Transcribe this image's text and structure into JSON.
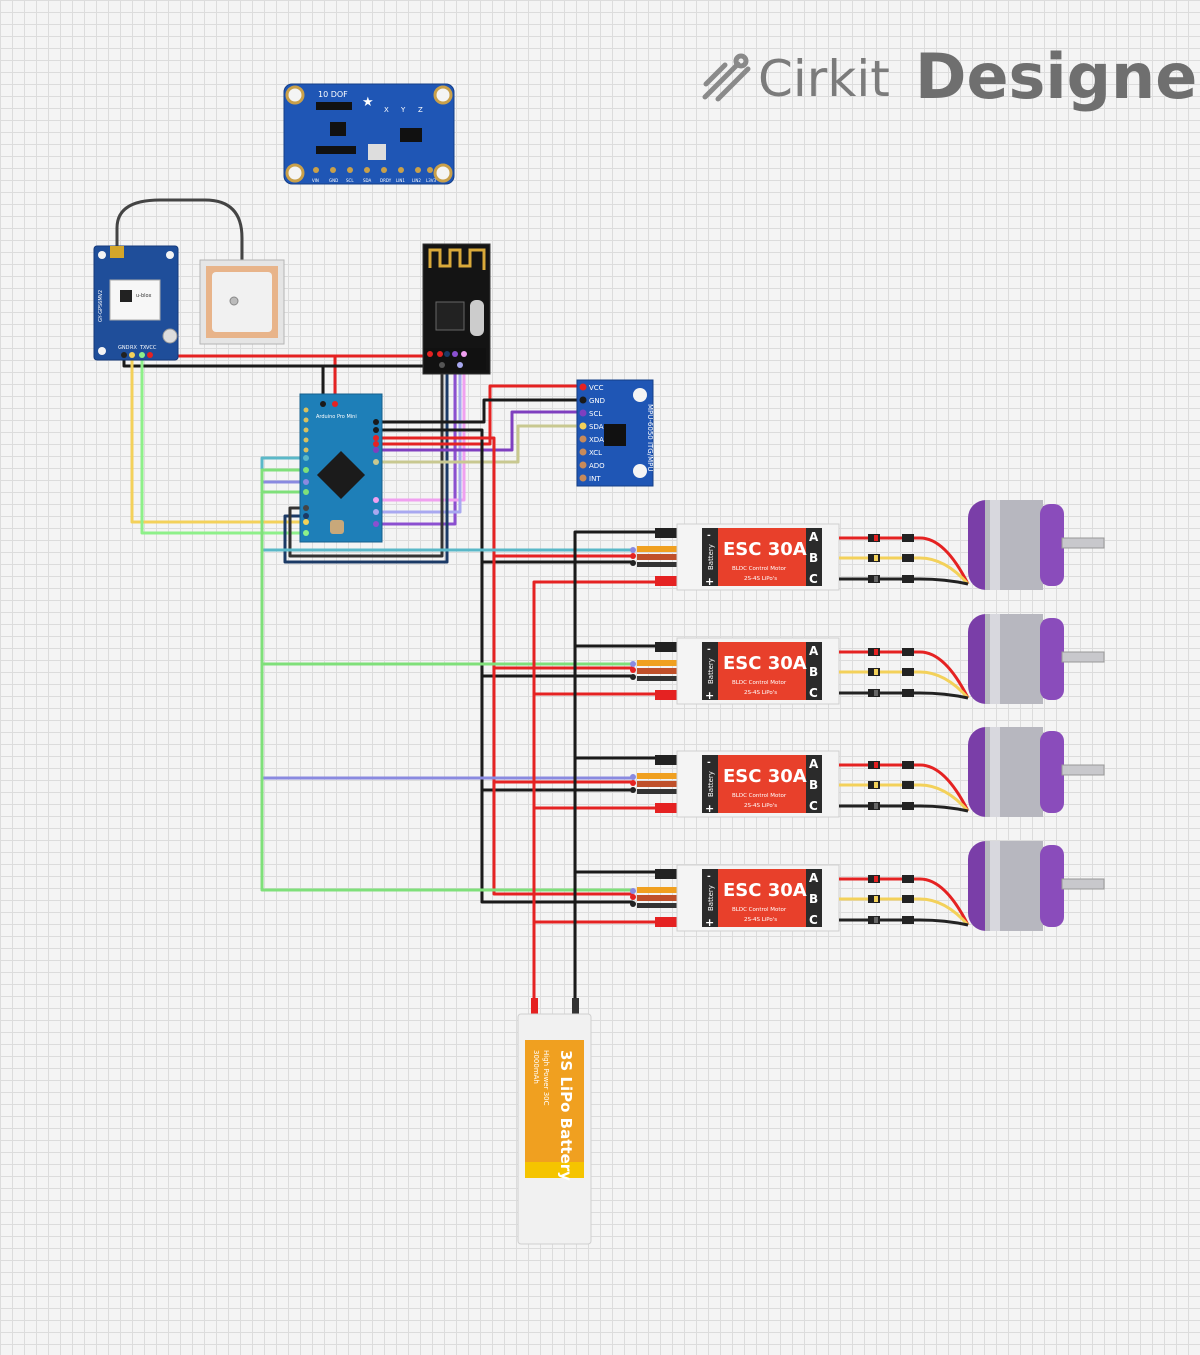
{
  "brand": {
    "name_light": "Cirkit",
    "name_bold": "Designer",
    "color": "#7b7b7b"
  },
  "imu10dof": {
    "title": "10 DOF",
    "axes": [
      "X",
      "Y",
      "Z"
    ],
    "pins": [
      "VIN",
      "GND",
      "SCL",
      "SDA",
      "DRDY",
      "LIN1",
      "LIN2",
      "L3V3"
    ],
    "color": "#1f56b5"
  },
  "gps": {
    "side_label": "GY-GPS6MV2",
    "chip_label": "u-blox",
    "pins": [
      "GND",
      "RX",
      "TX",
      "VCC"
    ],
    "color": "#1f4e9a"
  },
  "mpu": {
    "label": "MPU-6050 ITG/MPU",
    "pins": [
      "VCC",
      "GND",
      "SCL",
      "SDA",
      "XDA",
      "XCL",
      "ADO",
      "INT"
    ],
    "color": "#1f56b5"
  },
  "arduino": {
    "label": "Arduino Pro Mini",
    "color": "#1e7fb8"
  },
  "escs": [
    {
      "title": "ESC 30A",
      "side": "Battery",
      "line1": "BLDC Control Motor",
      "line2": "2S-4S LiPo's",
      "letters": [
        "A",
        "B",
        "C"
      ],
      "minus": "-",
      "plus": "+"
    },
    {
      "title": "ESC 30A",
      "side": "Battery",
      "line1": "BLDC Control Motor",
      "line2": "2S-4S LiPo's",
      "letters": [
        "A",
        "B",
        "C"
      ],
      "minus": "-",
      "plus": "+"
    },
    {
      "title": "ESC 30A",
      "side": "Battery",
      "line1": "BLDC Control Motor",
      "line2": "2S-4S LiPo's",
      "letters": [
        "A",
        "B",
        "C"
      ],
      "minus": "-",
      "plus": "+"
    },
    {
      "title": "ESC 30A",
      "side": "Battery",
      "line1": "BLDC Control Motor",
      "line2": "2S-4S LiPo's",
      "letters": [
        "A",
        "B",
        "C"
      ],
      "minus": "-",
      "plus": "+"
    }
  ],
  "esc_color": "#e8402b",
  "battery": {
    "title": "3S LiPo Battery",
    "subtitle": "High Power 30C",
    "capacity": "3000mAh",
    "color": "#f0a020"
  },
  "wire_colors": {
    "red": "#e52222",
    "black": "#1a1a1a",
    "yellow": "#f3d15a",
    "green": "#7fe07a",
    "purple": "#7f3fbf",
    "lavender": "#8a8ae0",
    "pink": "#f0a0f0",
    "teal": "#5ab8c8",
    "navy": "#1b3a66",
    "khaki": "#c8c890",
    "gray": "#444444"
  }
}
